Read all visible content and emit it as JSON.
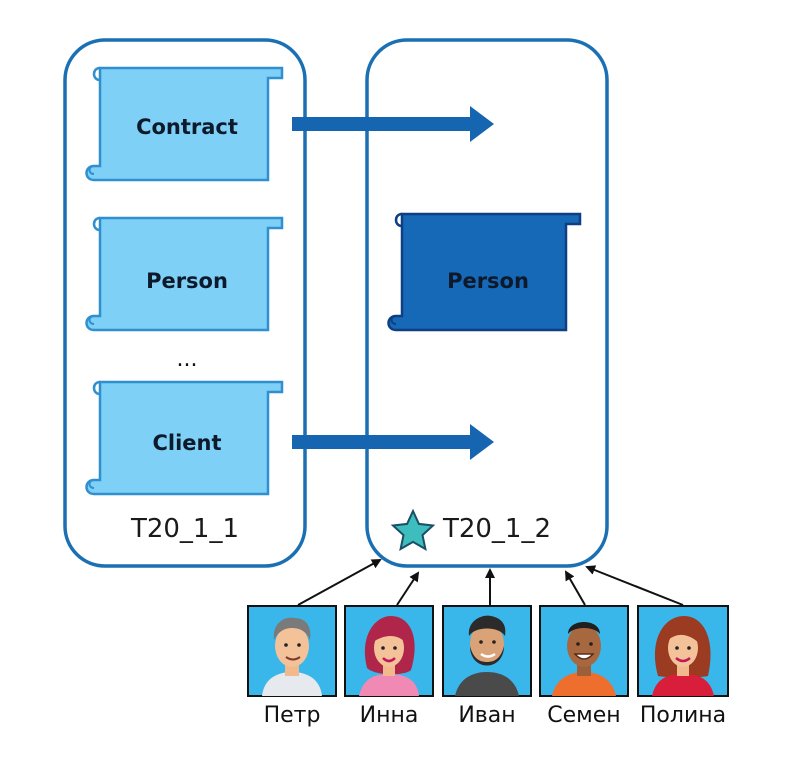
{
  "colors": {
    "container_border": "#1b6fb3",
    "arrow": "#1565b0",
    "scroll_light": "#7fd0f7",
    "scroll_light_border": "#2f8fcf",
    "scroll_dark": "#1669b6",
    "scroll_dark_border": "#0d3f82",
    "star": "#3dbdbd"
  },
  "left_box": {
    "label": "T20_1_1",
    "scrolls": [
      {
        "label": "Contract"
      },
      {
        "label": "Person"
      },
      {
        "label": "Client"
      }
    ],
    "ellipsis": "..."
  },
  "right_box": {
    "label": "T20_1_2",
    "icon": "star-icon",
    "scroll": {
      "label": "Person"
    }
  },
  "users": [
    {
      "name": "Петр",
      "icon": "man-avatar"
    },
    {
      "name": "Инна",
      "icon": "woman-avatar"
    },
    {
      "name": "Иван",
      "icon": "bearded-man-avatar"
    },
    {
      "name": "Семен",
      "icon": "man-avatar"
    },
    {
      "name": "Полина",
      "icon": "woman-avatar"
    }
  ]
}
